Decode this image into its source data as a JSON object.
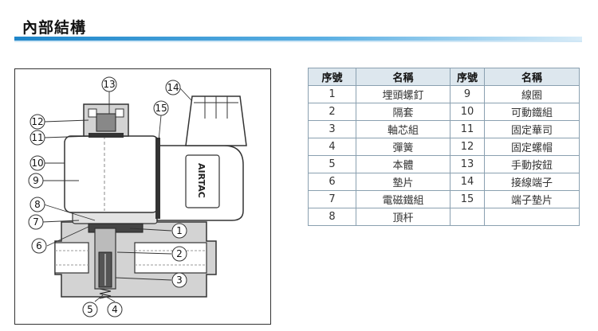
{
  "section_title": "內部結構",
  "table": {
    "headers": [
      "序號",
      "名稱",
      "序號",
      "名稱"
    ],
    "rows": [
      [
        "1",
        "埋頭螺釘",
        "9",
        "線圈"
      ],
      [
        "2",
        "隔套",
        "10",
        "可動鐵組"
      ],
      [
        "3",
        "軸芯組",
        "11",
        "固定華司"
      ],
      [
        "4",
        "彈簧",
        "12",
        "固定螺帽"
      ],
      [
        "5",
        "本體",
        "13",
        "手動按鈕"
      ],
      [
        "6",
        "墊片",
        "14",
        "接線端子"
      ],
      [
        "7",
        "電磁鐵組",
        "15",
        "端子墊片"
      ],
      [
        "8",
        "頂杆",
        "",
        ""
      ]
    ]
  },
  "diagram": {
    "brand_text": "AIRTAC",
    "callouts": [
      "1",
      "2",
      "3",
      "4",
      "5",
      "6",
      "7",
      "8",
      "9",
      "10",
      "11",
      "12",
      "13",
      "14",
      "15"
    ]
  }
}
